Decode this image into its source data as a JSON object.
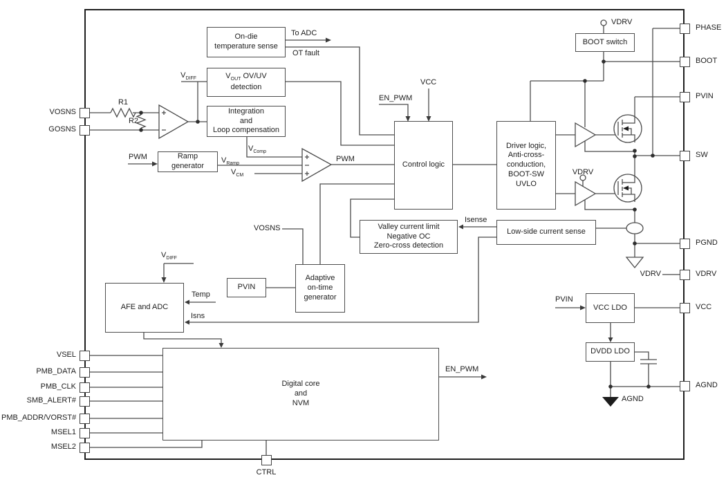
{
  "colors": {
    "chip_border": "#1e1e1e",
    "block_border": "#4c4c4c",
    "wire": "#4a4a4a",
    "text": "#1c1c1c",
    "background": "#ffffff"
  },
  "chip": {
    "pins": {
      "left": [
        {
          "label": "VOSNS"
        },
        {
          "label": "GOSNS"
        },
        {
          "label": "VSEL"
        },
        {
          "label": "PMB_DATA"
        },
        {
          "label": "PMB_CLK"
        },
        {
          "label": "SMB_ALERT#"
        },
        {
          "label": "PMB_ADDR/VORST#"
        },
        {
          "label": "MSEL1"
        },
        {
          "label": "MSEL2"
        }
      ],
      "right": [
        {
          "label": "PHASE"
        },
        {
          "label": "BOOT"
        },
        {
          "label": "PVIN"
        },
        {
          "label": "SW"
        },
        {
          "label": "PGND"
        },
        {
          "label": "VDRV"
        },
        {
          "label": "VCC"
        },
        {
          "label": "AGND"
        }
      ],
      "bottom": [
        {
          "label": "CTRL"
        }
      ]
    }
  },
  "blocks": {
    "temp_sense": {
      "label": "On-die\ntemperature sense"
    },
    "ovuv": {
      "v": "V",
      "sub": "OUT",
      "rest": " OV/UV",
      "line2": "detection"
    },
    "integration": {
      "label": "Integration\nand\nLoop compensation"
    },
    "ramp": {
      "label": "Ramp\ngenerator"
    },
    "control": {
      "label": "Control logic"
    },
    "driver": {
      "label": "Driver logic,\nAnti-cross-\nconduction,\nBOOT-SW\nUVLO"
    },
    "boot_switch": {
      "label": "BOOT switch"
    },
    "valley": {
      "label": "Valley current limit\nNegative OC\nZero-cross detection"
    },
    "ls_sense": {
      "label": "Low-side current sense"
    },
    "adaptive": {
      "label": "Adaptive\non-time\ngenerator"
    },
    "pvin_box": {
      "label": "PVIN"
    },
    "afe": {
      "label": "AFE and ADC"
    },
    "digital": {
      "label": "Digital core\nand\nNVM"
    },
    "vcc_ldo": {
      "label": "VCC LDO"
    },
    "dvdd_ldo": {
      "label": "DVDD LDO"
    }
  },
  "labels": {
    "r1": "R1",
    "r2": "R2",
    "to_adc": "To ADC",
    "ot_fault": "OT fault",
    "pwm_in": "PWM",
    "pwm_out": "PWM",
    "en_pwm_ctl": "EN_PWM",
    "vcc_ctl": "VCC",
    "vosns_adaptive": "VOSNS",
    "isense": "Isense",
    "isns": "Isns",
    "temp": "Temp",
    "en_pwm_out": "EN_PWM",
    "pvin_ldo": "PVIN",
    "vdrv_top": "VDRV",
    "vdrv_ls": "VDRV",
    "vdrv_pin": "VDRV",
    "agnd": "AGND",
    "v_diff": {
      "main": "V",
      "sub": "DIFF"
    },
    "v_diff_afe": {
      "main": "V",
      "sub": "DIFF"
    },
    "v_comp": {
      "main": "V",
      "sub": "Comp"
    },
    "v_ramp": {
      "main": "V",
      "sub": "Ramp"
    },
    "v_cm": {
      "main": "V",
      "sub": "CM"
    }
  }
}
